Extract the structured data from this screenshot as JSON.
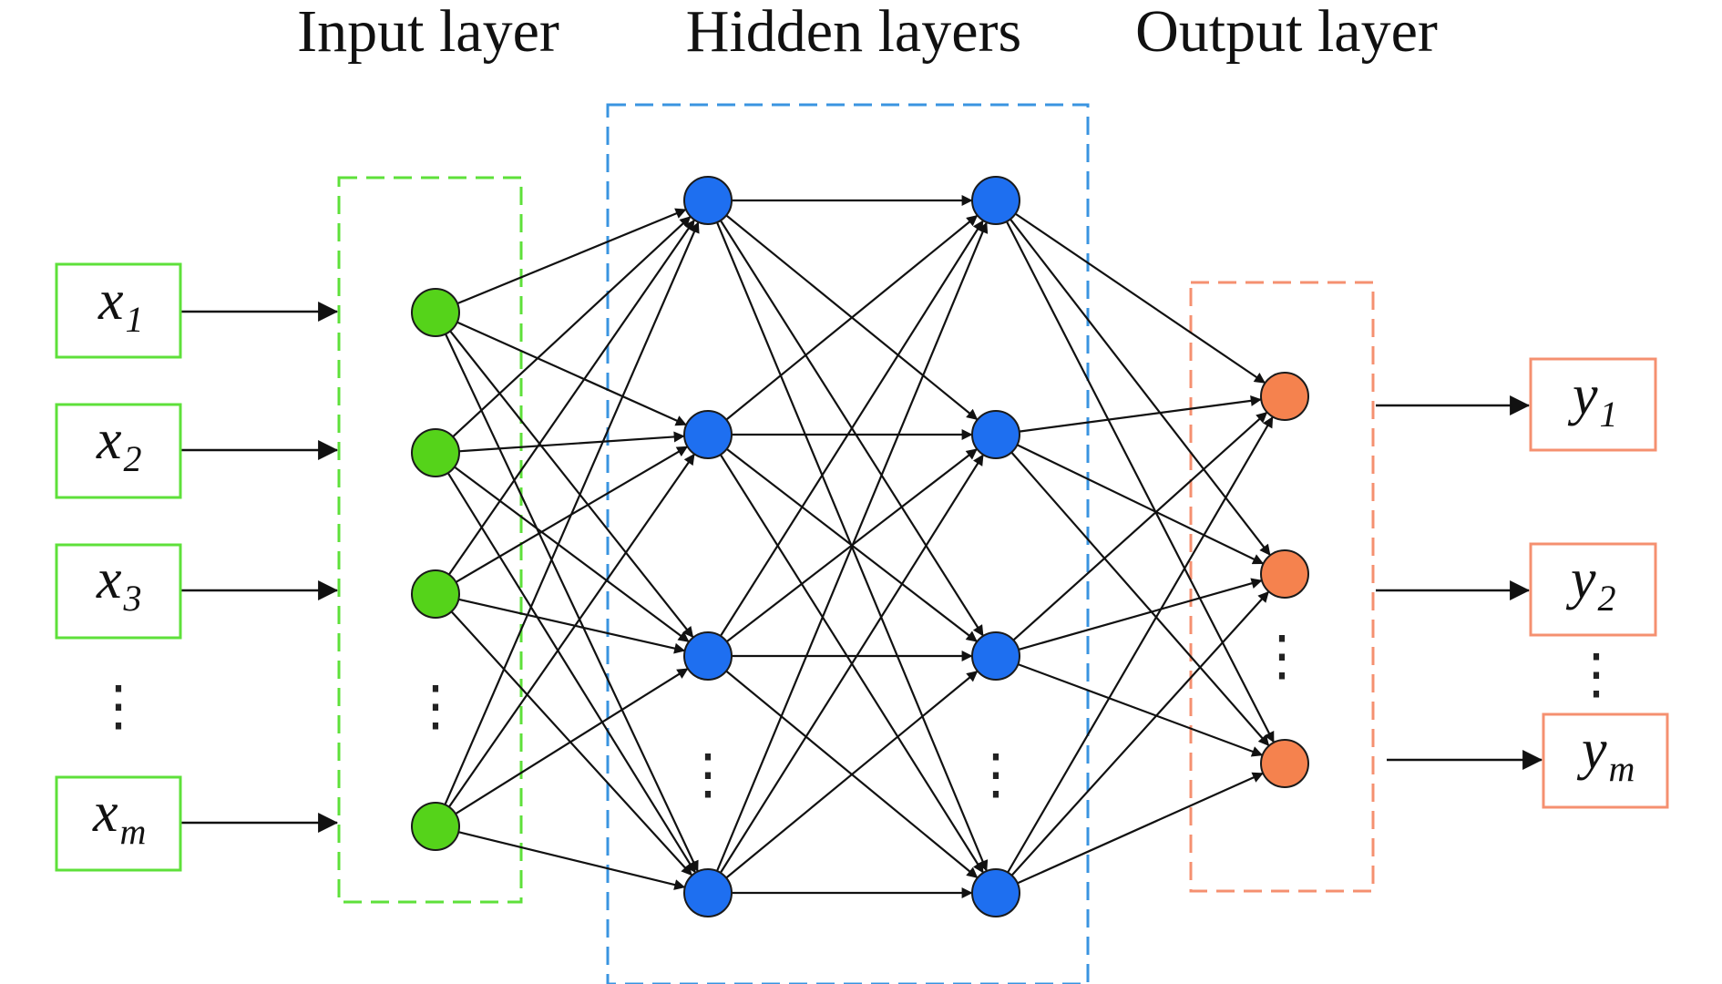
{
  "titles": {
    "input": "Input layer",
    "hidden": "Hidden layers",
    "output": "Output layer"
  },
  "inputs": [
    {
      "var": "x",
      "sub": "1",
      "sub_italic": false
    },
    {
      "var": "x",
      "sub": "2",
      "sub_italic": false
    },
    {
      "var": "x",
      "sub": "3",
      "sub_italic": false
    },
    {
      "var": "x",
      "sub": "m",
      "sub_italic": true
    }
  ],
  "outputs": [
    {
      "var": "y",
      "sub": "1",
      "sub_italic": false
    },
    {
      "var": "y",
      "sub": "2",
      "sub_italic": false
    },
    {
      "var": "y",
      "sub": "m",
      "sub_italic": true
    }
  ],
  "ellipsis": "⋮",
  "colors": {
    "input": "#55d31a",
    "hidden": "#1e6ff0",
    "output": "#f5824e",
    "input_box": "#5ee03a",
    "hidden_box": "#3a94e0",
    "output_box": "#f59070",
    "edge": "#111111"
  }
}
